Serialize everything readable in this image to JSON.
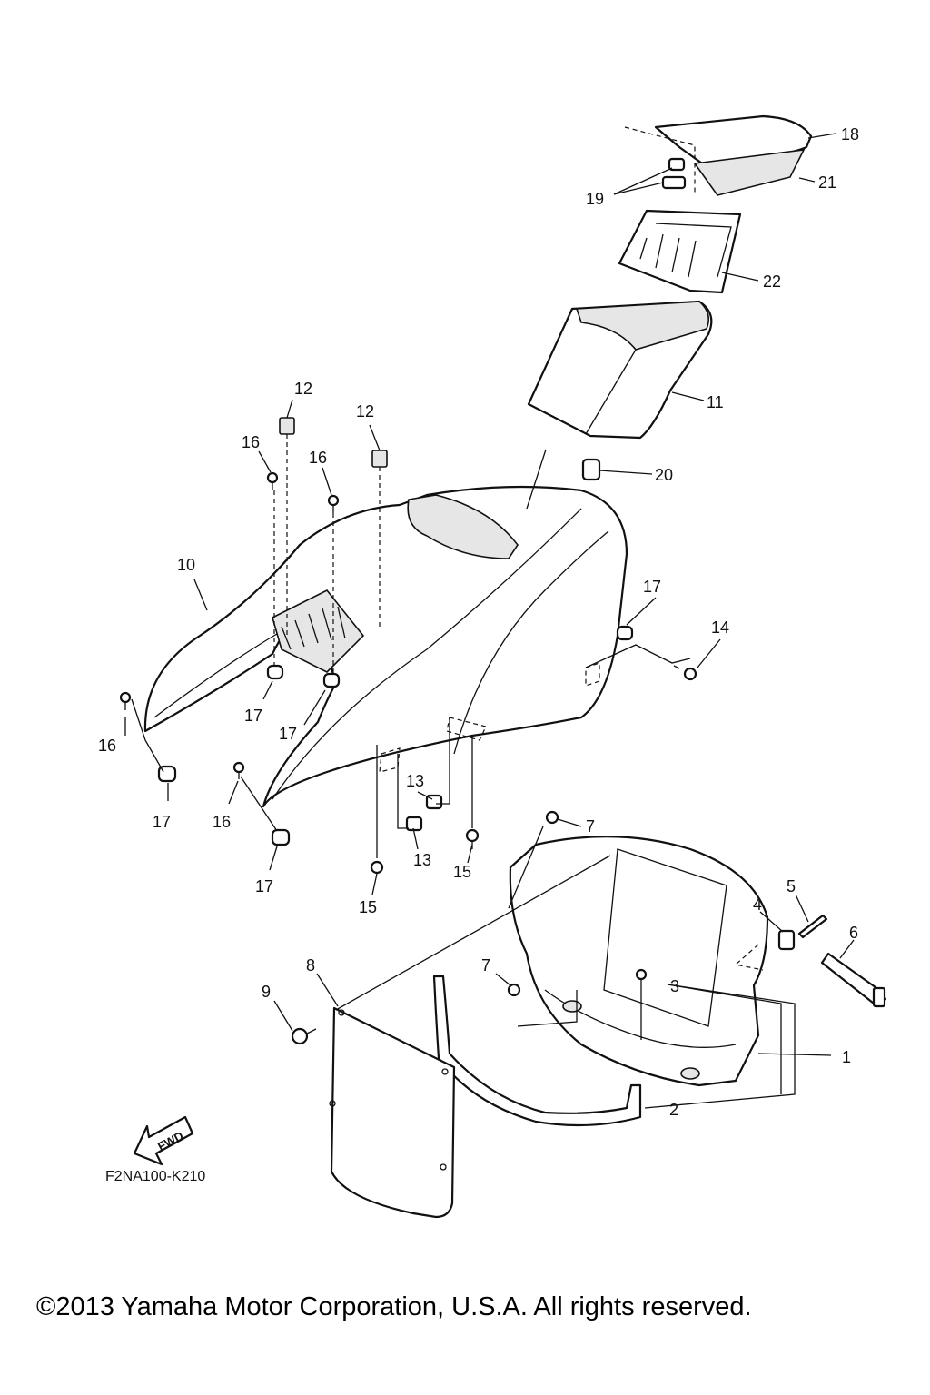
{
  "diagram": {
    "callouts": [
      "1",
      "2",
      "3",
      "4",
      "5",
      "6",
      "7",
      "7",
      "8",
      "9",
      "10",
      "11",
      "12",
      "12",
      "13",
      "13",
      "14",
      "15",
      "15",
      "16",
      "16",
      "16",
      "16",
      "17",
      "17",
      "17",
      "17",
      "17",
      "18",
      "19",
      "20",
      "21",
      "22"
    ],
    "figure_code": "F2NA100-K210",
    "fwd_label": "FWD",
    "copyright": "©2013 Yamaha Motor Corporation, U.S.A. All rights reserved."
  }
}
